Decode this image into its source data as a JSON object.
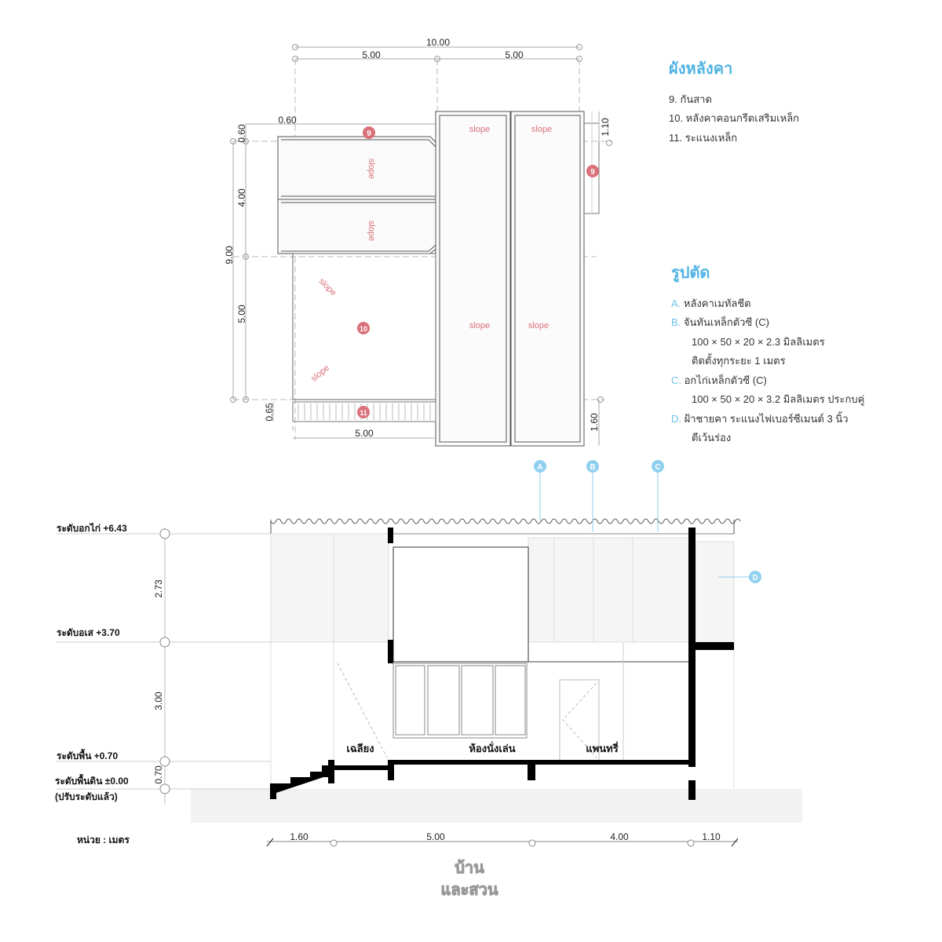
{
  "roof_plan": {
    "dims": {
      "total_width": "10.00",
      "half_left": "5.00",
      "half_right": "5.00",
      "overhang_top_left": "0.60",
      "overhang_top": "0.60",
      "total_depth": "9.00",
      "depth_upper": "4.00",
      "depth_lower": "5.00",
      "eave_depth": "0.65",
      "eave_width": "5.00",
      "right_overhang_top": "1.10",
      "right_overhang_bottom": "1.60"
    },
    "slope_label": "slope",
    "markers": {
      "canopy": "9",
      "concrete_roof": "10",
      "steel_louver": "11"
    }
  },
  "legend_plan": {
    "title": "ผังหลังคา",
    "items": [
      "9. กันสาด",
      "10. หลังคาคอนกรีตเสริมเหล็ก",
      "11. ระแนงเหล็ก"
    ]
  },
  "legend_section": {
    "title": "รูปตัด",
    "items": [
      {
        "key": "A.",
        "text": "หลังคาเมทัลชีต"
      },
      {
        "key": "B.",
        "text": "จันทันเหล็กตัวซี (C)",
        "lines": [
          "100 × 50 × 20 × 2.3 มิลลิเมตร",
          "ติดตั้งทุกระยะ 1 เมตร"
        ]
      },
      {
        "key": "C.",
        "text": "อกไก่เหล็กตัวซี (C)",
        "lines": [
          "100 × 50 × 20 × 3.2  มิลลิเมตร  ประกบคู่"
        ]
      },
      {
        "key": "D.",
        "text": "ฝ้าชายคา  ระแนงไฟเบอร์ซีเมนต์ 3 นิ้ว",
        "lines": [
          "ตีเว้นร่อง"
        ]
      }
    ]
  },
  "section": {
    "callouts": [
      "A",
      "B",
      "C",
      "D"
    ],
    "levels": [
      {
        "label": "ระดับอกไก่  +6.43"
      },
      {
        "label": "ระดับอเส  +3.70"
      },
      {
        "label": "ระดับพื้น  +0.70"
      },
      {
        "label": "ระดับพื้นดิน  ±0.00"
      }
    ],
    "level_note": "(ปรับระดับแล้ว)",
    "vertical_dims": [
      "2.73",
      "3.00",
      "0.70"
    ],
    "horizontal_dims": [
      "1.60",
      "5.00",
      "4.00",
      "1.10"
    ],
    "rooms": [
      "เฉลียง",
      "ห้องนั่งเล่น",
      "แพนทรี่"
    ],
    "unit": "หน่วย : เมตร"
  },
  "logo": "บ้านและสวน",
  "colors": {
    "accent": "#4fb3e3",
    "marker": "#d9707a",
    "line": "#555555"
  }
}
